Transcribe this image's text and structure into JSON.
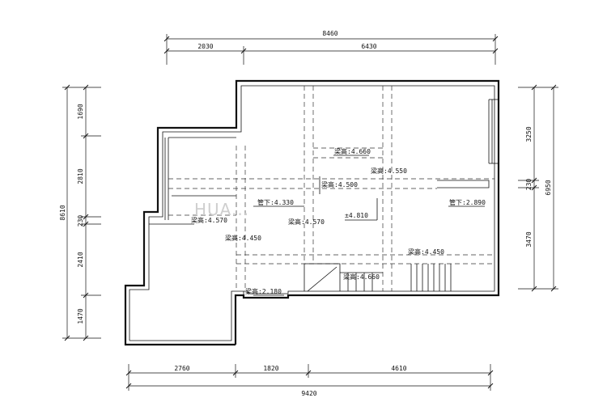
{
  "dimensions": {
    "top_total": "8460",
    "top_left": "2030",
    "top_right": "6430",
    "bottom_1": "2760",
    "bottom_2": "1820",
    "bottom_3": "4610",
    "bottom_total": "9420",
    "left_1": "1690",
    "left_2": "2810",
    "left_3": "230",
    "left_4": "2410",
    "left_5": "1470",
    "left_total": "8610",
    "right_1": "3250",
    "right_2": "230",
    "right_3": "3470",
    "right_total": "6950"
  },
  "annotations": {
    "beam_4660_top": "梁高:4.660",
    "beam_4550": "梁高:4.550",
    "beam_4500": "梁高:4.500",
    "pipe_4330": "管下:4.330",
    "pipe_2890": "管下:2.890",
    "beam_4570_left": "梁高:4.570",
    "beam_4570_mid": "梁高:4.570",
    "level_4810": "±4.810",
    "beam_4450_left": "梁高:4.450",
    "beam_4450_right": "梁高:4.450",
    "beam_4660_bottom": "梁高:4.660",
    "beam_2180": "梁高:2.180"
  },
  "watermark": "HUA..."
}
